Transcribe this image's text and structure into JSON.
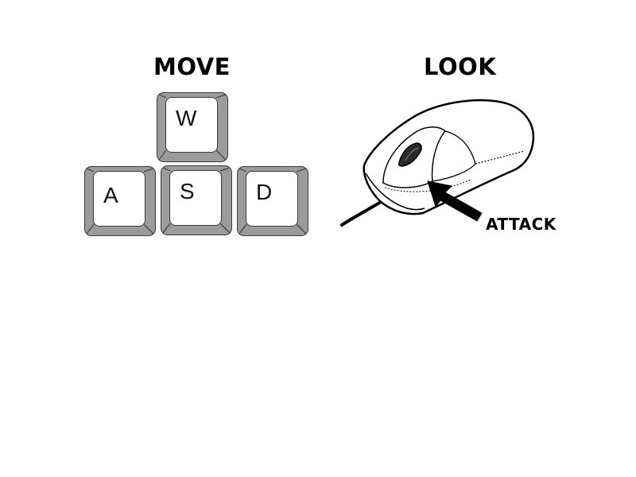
{
  "move": {
    "title": "MOVE",
    "keys": [
      "W",
      "A",
      "S",
      "D"
    ]
  },
  "look": {
    "title": "LOOK",
    "action_label": "ATTACK"
  },
  "icons": {
    "mouse": "computer-mouse-icon",
    "arrow": "arrow-icon"
  }
}
